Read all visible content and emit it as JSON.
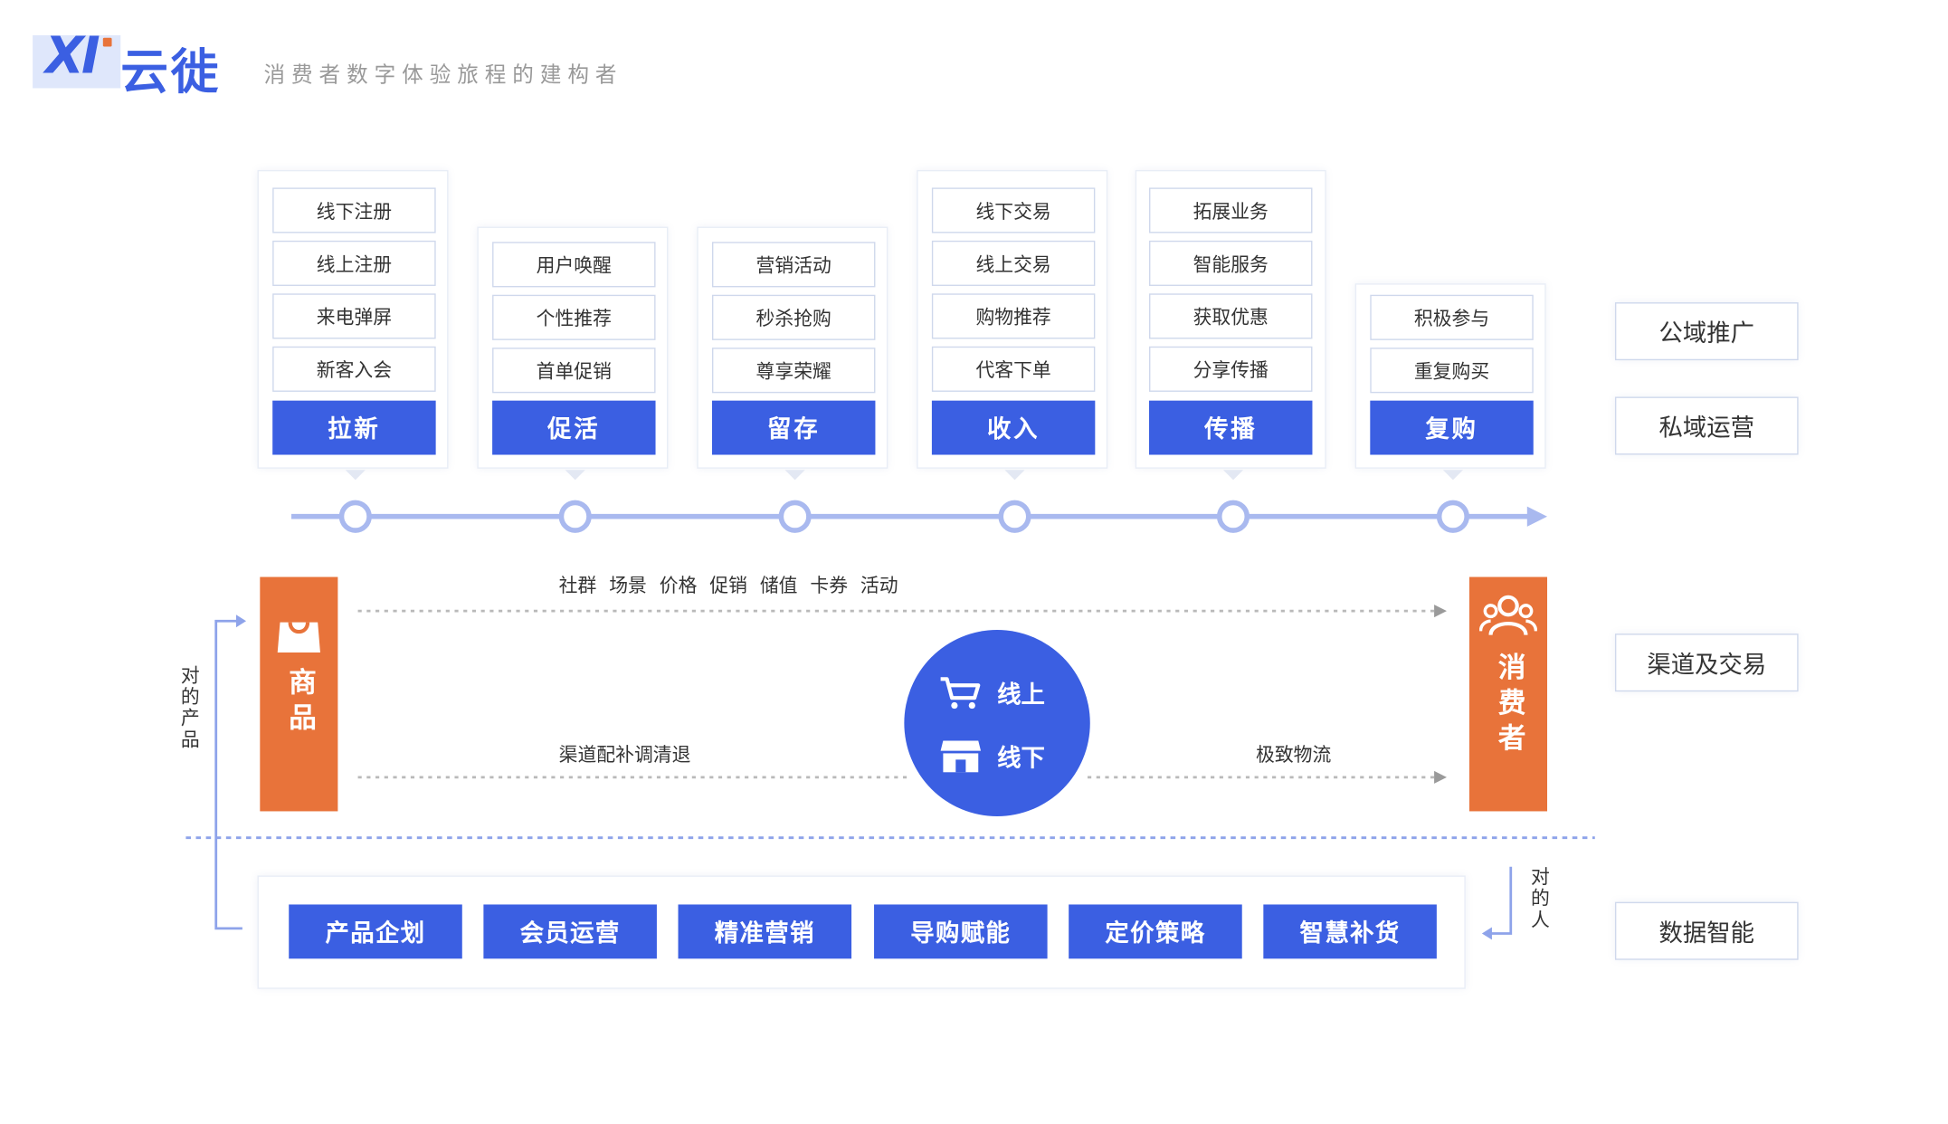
{
  "brand": {
    "logo_mark": "XI",
    "name": "云徙",
    "slogan": "消费者数字体验旅程的建构者"
  },
  "stages": [
    {
      "label": "拉新",
      "items": [
        "线下注册",
        "线上注册",
        "来电弹屏",
        "新客入会"
      ]
    },
    {
      "label": "促活",
      "items": [
        "用户唤醒",
        "个性推荐",
        "首单促销"
      ]
    },
    {
      "label": "留存",
      "items": [
        "营销活动",
        "秒杀抢购",
        "尊享荣耀"
      ]
    },
    {
      "label": "收入",
      "items": [
        "线下交易",
        "线上交易",
        "购物推荐",
        "代客下单"
      ]
    },
    {
      "label": "传播",
      "items": [
        "拓展业务",
        "智能服务",
        "获取优惠",
        "分享传播"
      ]
    },
    {
      "label": "复购",
      "items": [
        "积极参与",
        "重复购买"
      ]
    }
  ],
  "right_labels": [
    "公域推广",
    "私域运营",
    "渠道及交易",
    "数据智能"
  ],
  "product": {
    "label": "商品",
    "side_label": "对的产品",
    "icon": "shopping-bag-icon"
  },
  "consumer": {
    "label": "消费者",
    "side_label": "对的人",
    "icon": "users-icon"
  },
  "flow_tags": [
    "社群",
    "场景",
    "价格",
    "促销",
    "储值",
    "卡券",
    "活动"
  ],
  "supply_left": "渠道配补调清退",
  "supply_right": "极致物流",
  "channels": [
    {
      "label": "线上",
      "icon": "cart-icon"
    },
    {
      "label": "线下",
      "icon": "store-icon"
    }
  ],
  "capabilities": [
    "产品企划",
    "会员运营",
    "精准营销",
    "导购赋能",
    "定价策略",
    "智慧补货"
  ],
  "colors": {
    "primary": "#3b5fe2",
    "accent": "#e8733a",
    "line": "#a9b9ef"
  }
}
